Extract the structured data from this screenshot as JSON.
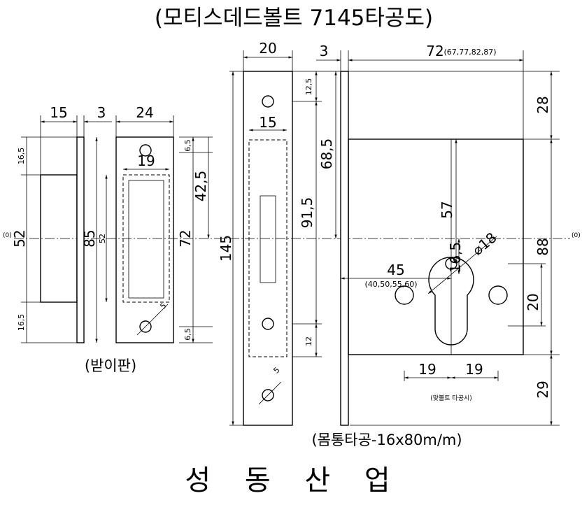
{
  "title": "(모티스데드볼트 7145타공도)",
  "company": "성 동 산 업",
  "captions": {
    "strike_plate": "(받이판)",
    "body_hole": "(몸통타공-16x80m/m)",
    "cylinder_note": "(맞볼트 타공시)"
  },
  "center_mark": "(0)",
  "dims": {
    "d_15_top": "15",
    "d_3_left": "3",
    "d_24": "24",
    "d_19_left": "19",
    "d_16_5_a": "16,5",
    "d_16_5_b": "16,5",
    "d_52": "52",
    "d_85": "85",
    "d_52_small": "52",
    "d_6_5_a": "6,5",
    "d_6_5_b": "6,5",
    "d_42_5": "42,5",
    "d_72_left": "72",
    "d_145": "145",
    "d_20_top": "20",
    "d_15_mid": "15",
    "d_5_a": "5",
    "d_5_b": "5",
    "d_3_right": "3",
    "d_12_5": "12,5",
    "d_68_5": "68,5",
    "d_91_5": "91,5",
    "d_12": "12",
    "d_72_right": "72",
    "d_72_right_alt": "(67,77,82,87)",
    "d_28": "28",
    "d_57": "57",
    "d_16_5_mid": "16,5",
    "d_phi18": "⌀18",
    "d_45": "45",
    "d_45_alt": "(40,50,55,60)",
    "d_88": "88",
    "d_20_right": "20",
    "d_29": "29",
    "d_19_l": "19",
    "d_19_r": "19"
  }
}
